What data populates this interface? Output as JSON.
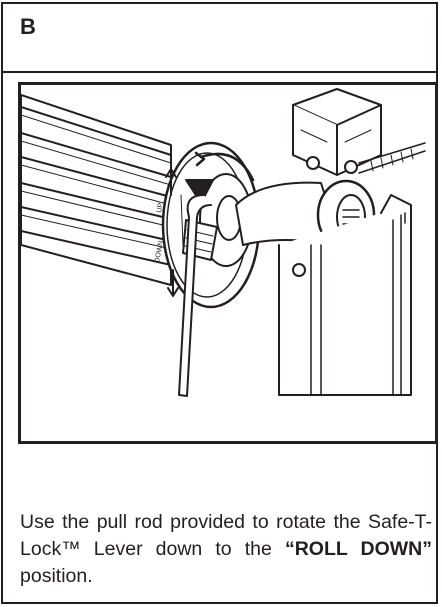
{
  "step": {
    "letter": "B"
  },
  "figure": {
    "lever_labels": [
      "UP",
      "DOWN"
    ],
    "lever_icons": [
      "arrow-up-icon",
      "rotate-arrow-icon",
      "arrow-down-icon"
    ]
  },
  "instruction": {
    "text_before": "Use the pull rod provided to rotate the Safe-T-Lock™ Lever down to the ",
    "emphasis": "“ROLL DOWN”",
    "text_after": " position."
  },
  "colors": {
    "ink": "#231f20",
    "paper": "#ffffff"
  }
}
